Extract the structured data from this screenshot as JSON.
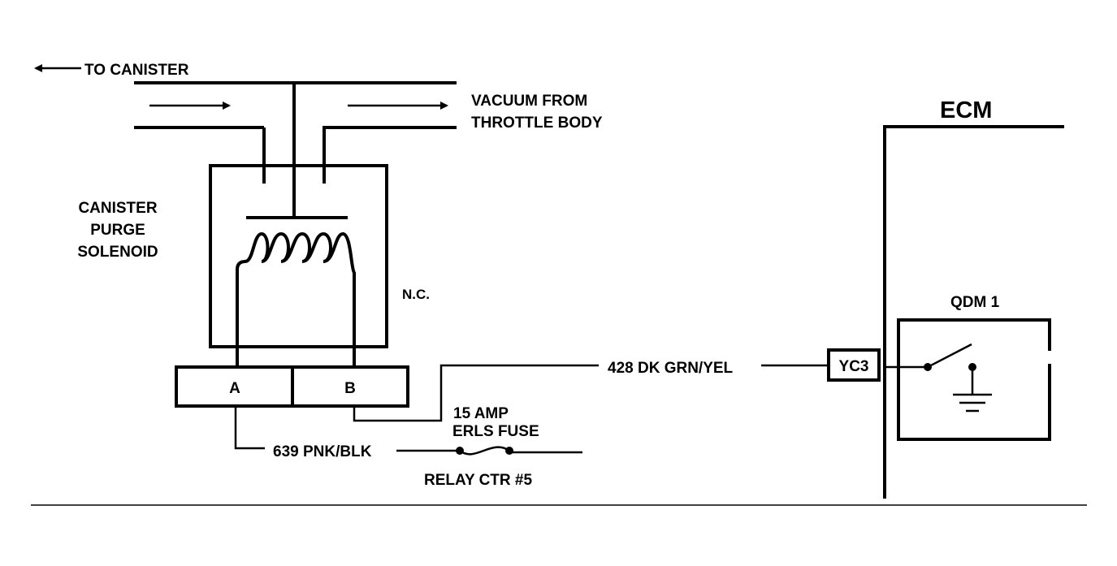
{
  "diagram": {
    "to_canister_label": "TO CANISTER",
    "vacuum_line1": "VACUUM FROM",
    "vacuum_line2": "THROTTLE BODY",
    "ecm_label": "ECM",
    "solenoid_line1": "CANISTER",
    "solenoid_line2": "PURGE",
    "solenoid_line3": "SOLENOID",
    "nc_label": "N.C.",
    "terminal_a": "A",
    "terminal_b": "B",
    "wire_428": "428 DK GRN/YEL",
    "connector_yc3": "YC3",
    "qdm_label": "QDM 1",
    "fuse_line1": "15 AMP",
    "fuse_line2": "ERLS FUSE",
    "wire_639": "639 PNK/BLK",
    "relay_label": "RELAY CTR #5"
  }
}
